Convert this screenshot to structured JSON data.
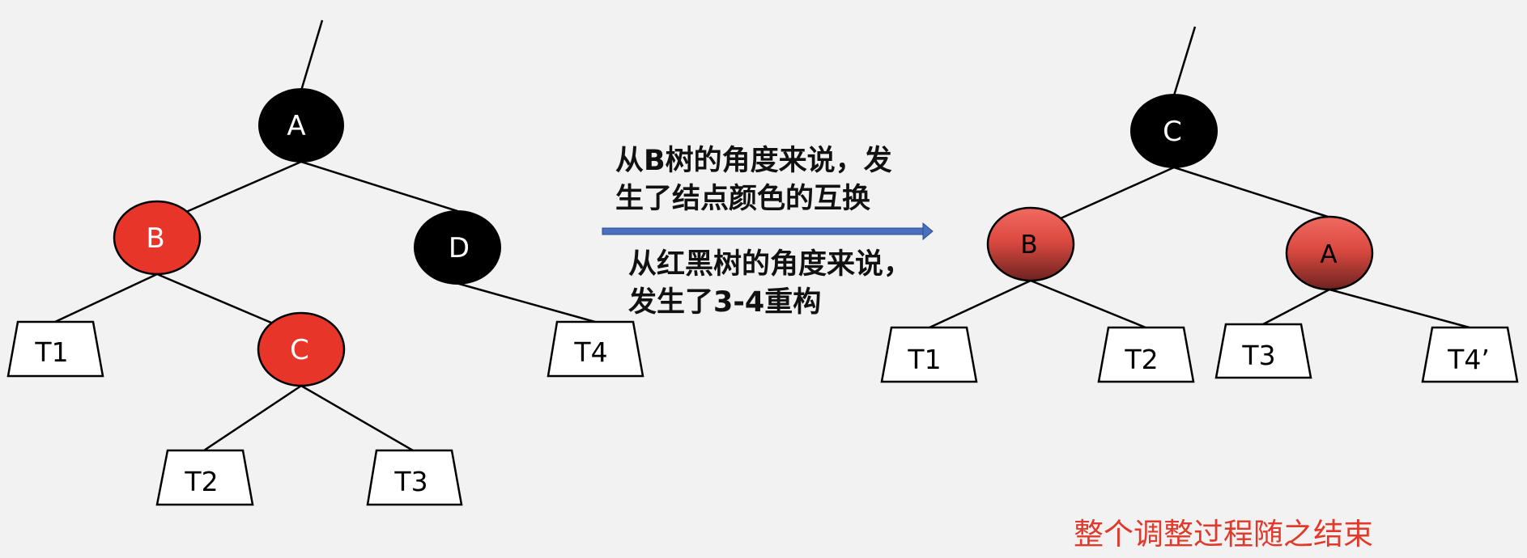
{
  "left_tree": {
    "nodes": {
      "a": "A",
      "b": "B",
      "c": "C",
      "d": "D"
    },
    "subtrees": {
      "t1": "T1",
      "t2": "T2",
      "t3": "T3",
      "t4": "T4"
    }
  },
  "right_tree": {
    "nodes": {
      "c": "C",
      "b": "B",
      "a": "A"
    },
    "subtrees": {
      "t1": "T1",
      "t2": "T2",
      "t3": "T3",
      "t4": "T4’"
    }
  },
  "captions": {
    "btree_line1": "从B树的角度来说，发",
    "btree_line2": "生了结点颜色的互换",
    "rbtree_line1": "从红黑树的角度来说，",
    "rbtree_line2": "发生了3-4重构",
    "end_note": "整个调整过程随之结束"
  },
  "colors": {
    "black_node": "#000000",
    "red_node": "#e8352a",
    "shaded_red_node": "#d9473f",
    "arrow": "#4a6fbf",
    "end_note": "#e03a2c",
    "background": "#f2f2f2"
  }
}
